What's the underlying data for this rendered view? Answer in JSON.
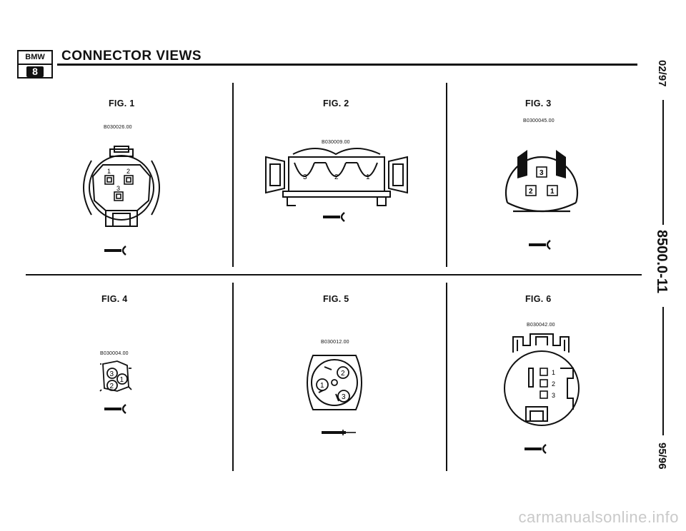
{
  "header": {
    "logo_text": "BMW",
    "series_badge": "8",
    "title": "CONNECTOR VIEWS"
  },
  "sidebar": {
    "date_top": "02/97",
    "doc_number": "8500.0-11",
    "date_bottom": "95/96"
  },
  "figures": [
    {
      "label": "FIG. 1",
      "ref": "B030026.00",
      "pins": [
        "1",
        "2",
        "3"
      ]
    },
    {
      "label": "FIG. 2",
      "ref": "B030009.00",
      "pins": [
        "3",
        "2",
        "1"
      ]
    },
    {
      "label": "FIG. 3",
      "ref": "B0300045.00",
      "pins": [
        "3",
        "2",
        "1"
      ]
    },
    {
      "label": "FIG. 4",
      "ref": "B030004.00",
      "pins": [
        "3",
        "1",
        "2"
      ]
    },
    {
      "label": "FIG. 5",
      "ref": "B030012.00",
      "pins": [
        "2",
        "1",
        "3"
      ]
    },
    {
      "label": "FIG. 6",
      "ref": "B030042.00",
      "pins": [
        "1",
        "2",
        "3"
      ]
    }
  ],
  "footer": {
    "watermark": "carmanualsonline.info"
  }
}
